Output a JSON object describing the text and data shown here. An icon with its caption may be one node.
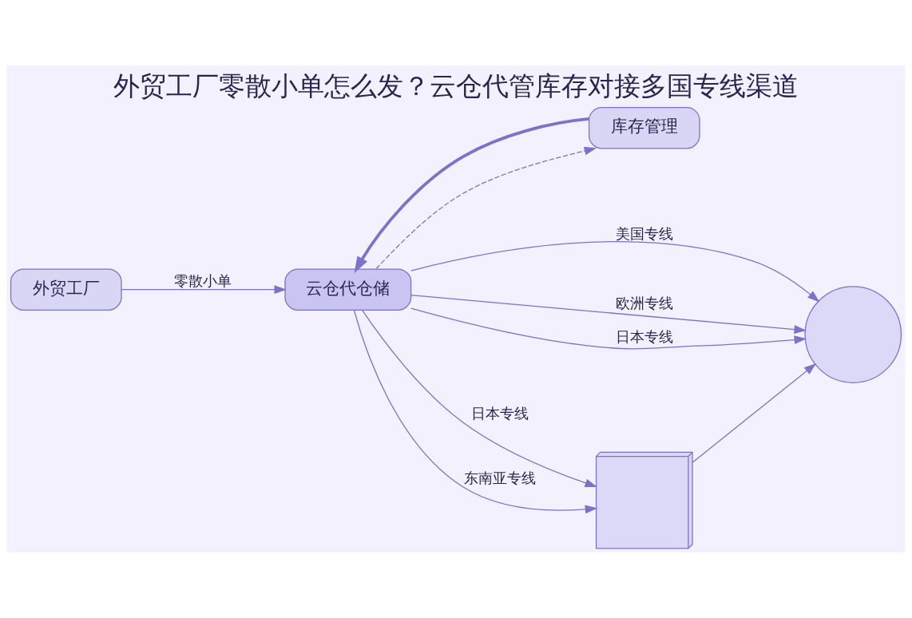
{
  "diagram": {
    "title": "外贸工厂零散小单怎么发？云仓代管库存对接多国专线渠道",
    "nodes": [
      {
        "text": [
          "外贸工厂"
        ]
      },
      {
        "text": [
          "云仓代仓储"
        ]
      },
      {
        "text": [
          "库存管理"
        ]
      },
      {
        "text": [],
        "shape": "circle"
      },
      {
        "text": [],
        "shape": "picture"
      }
    ],
    "edges": [
      {
        "from": 0,
        "to": 1,
        "arrow": "to",
        "label": "零散小单"
      },
      {
        "from": 1,
        "to": 3,
        "arrow": "to",
        "label": "美国专线"
      },
      {
        "from": 1,
        "to": 3,
        "arrow": "to",
        "label": "欧洲专线"
      },
      {
        "from": 1,
        "to": 3,
        "arrow": "to",
        "label": "日本专线"
      },
      {
        "from": 1,
        "to": 4,
        "arrow": "to",
        "label": "日本专线"
      },
      {
        "from": 1,
        "to": 4,
        "arrow": "to",
        "label": "东南亚专线"
      },
      {
        "from": 4,
        "to": 3,
        "arrow": "to"
      },
      {
        "from": 2,
        "to": 1,
        "arrow": "to",
        "style": "thick"
      },
      {
        "from": 1,
        "to": 2,
        "arrow": "to",
        "style": "dashed"
      }
    ]
  }
}
